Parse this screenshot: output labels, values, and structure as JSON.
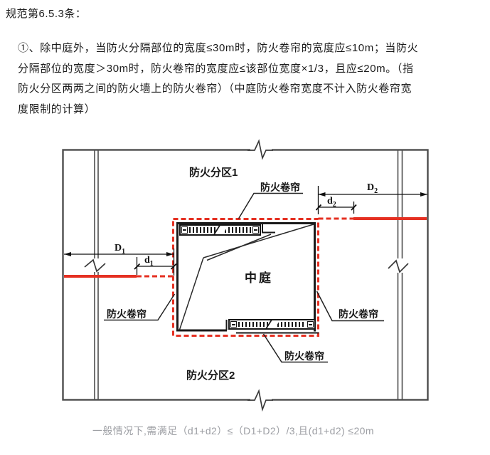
{
  "page": {
    "heading": "规范第6.5.3条："
  },
  "intro": {
    "lines": [
      "①、除中庭外，当防火分隔部位的宽度≤30m时，防火卷帘的宽度应≤10m；当防火",
      "分隔部位的宽度＞30m时，防火卷帘的宽度应≤该部位宽度×1/3，且应≤20m。（指",
      "防火分区两两之间的防火墙上的防火卷帘）（中庭防火卷帘宽度不计入防火卷帘宽",
      "度限制的计算）"
    ]
  },
  "diagram": {
    "labels": {
      "zone1": "防火分区1",
      "zone2": "防火分区2",
      "atrium": "中庭",
      "shutter_top": "防火卷帘",
      "shutter_left": "防火卷帘",
      "shutter_right": "防火卷帘",
      "shutter_bottom": "防火卷帘"
    },
    "dims": {
      "D1": {
        "main": "D",
        "sub": "1"
      },
      "d1": {
        "main": "d",
        "sub": "1"
      },
      "D2": {
        "main": "D",
        "sub": "2"
      },
      "d2": {
        "main": "d",
        "sub": "2"
      }
    },
    "colors": {
      "fire_boundary_red": "#e53022",
      "line_dark": "#1a1a1a",
      "wall_gray": "#4d4d4d"
    }
  },
  "caption": {
    "text": "一般情况下,需满足（d1+d2）≤（D1+D2）/3,且(d1+d2) ≤20m"
  }
}
